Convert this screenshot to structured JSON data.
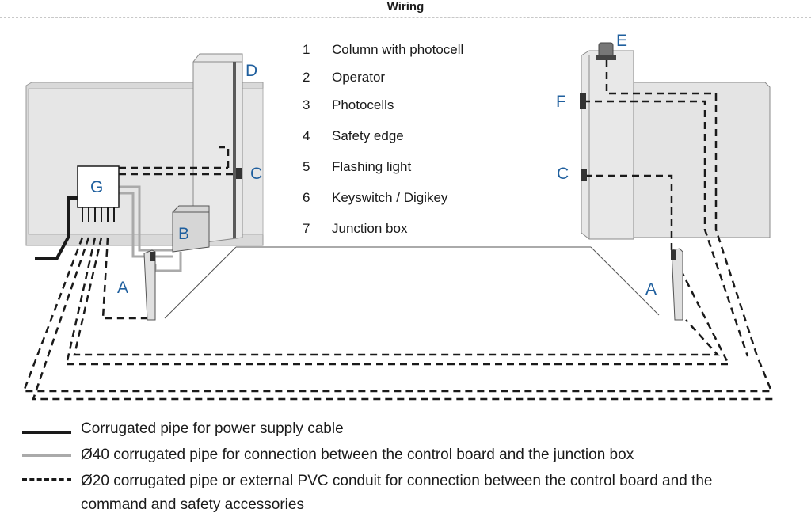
{
  "title": "Wiring",
  "components": [
    {
      "num": "1",
      "label": "Column with photocell"
    },
    {
      "num": "2",
      "label": "Operator"
    },
    {
      "num": "3",
      "label": "Photocells"
    },
    {
      "num": "4",
      "label": "Safety edge"
    },
    {
      "num": "5",
      "label": "Flashing light"
    },
    {
      "num": "6",
      "label": "Keyswitch / Digikey"
    },
    {
      "num": "7",
      "label": "Junction box"
    }
  ],
  "labels": {
    "A": "A",
    "B": "B",
    "C": "C",
    "D": "D",
    "E": "E",
    "F": "F",
    "G": "G"
  },
  "pipe_key": [
    {
      "style": "solid-black",
      "label": "Corrugated pipe for power supply cable"
    },
    {
      "style": "solid-grey",
      "label": "Ø40 corrugated pipe for connection between the control board and the junction box"
    },
    {
      "style": "dashed-black",
      "label": "Ø20 corrugated pipe or external PVC conduit for connection between the control board and the",
      "label_cont": "command and safety accessories"
    }
  ],
  "colors": {
    "label_blue": "#1f5f9e",
    "wall": "#dcdcdc",
    "grey_pipe": "#aaaaaa",
    "power_pipe": "#1a1a1a"
  }
}
